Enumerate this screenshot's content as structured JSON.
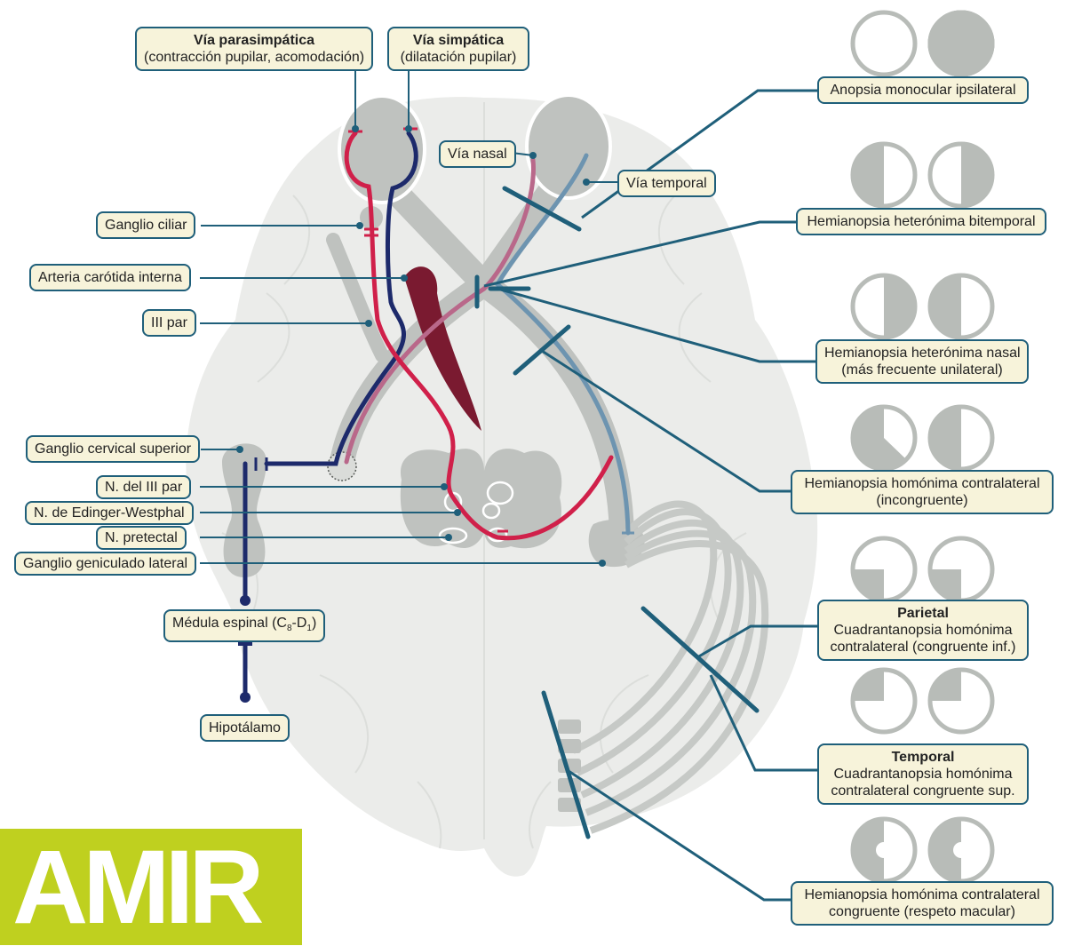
{
  "pathways": {
    "parasympathetic": {
      "title": "Vía parasimpática",
      "subtitle": "(contracción pupilar, acomodación)"
    },
    "sympathetic": {
      "title": "Vía simpática",
      "subtitle": "(dilatación pupilar)"
    }
  },
  "left_labels": {
    "ganglio_ciliar": "Ganglio ciliar",
    "arteria_carotida": "Arteria carótida interna",
    "iii_par": "III par",
    "ganglio_cervical": "Ganglio cervical superior",
    "n_iii_par": "N. del III par",
    "n_edinger": "N. de Edinger-Westphal",
    "n_pretectal": "N. pretectal",
    "ganglio_geniculado": "Ganglio geniculado lateral",
    "medula_prefix": "Médula espinal (C",
    "medula_sub1": "8",
    "medula_mid": "-D",
    "medula_sub2": "1",
    "medula_suffix": ")",
    "hipotalamo": "Hipotálamo"
  },
  "center_labels": {
    "via_nasal": "Vía nasal",
    "via_temporal": "Vía temporal"
  },
  "defects": [
    {
      "name": "Anopsia monocular ipsilateral",
      "left": "empty",
      "right": "full"
    },
    {
      "name": "Hemianopsia heterónima bitemporal",
      "left": "half-left",
      "right": "half-right"
    },
    {
      "name": "Hemianopsia heterónima nasal",
      "line2": "(más frecuente unilateral)",
      "left": "half-right",
      "right": "half-left"
    },
    {
      "name": "Hemianopsia homónima contralateral",
      "line2": "(incongruente)",
      "left": "three-quarter-left",
      "right": "half-left"
    },
    {
      "heading": "Parietal",
      "name": "Cuadrantanopsia homónima",
      "line2": "contralateral (congruente inf.)",
      "left": "quad-bottom-left",
      "right": "quad-bottom-left"
    },
    {
      "heading": "Temporal",
      "name": "Cuadrantanopsia homónima",
      "line2": "contralateral congruente sup.",
      "left": "quad-top-left",
      "right": "quad-top-left"
    },
    {
      "name": "Hemianopsia homónima contralateral",
      "line2": "congruente (respeto macular)",
      "left": "half-left-sparing",
      "right": "half-left-sparing"
    }
  ],
  "logo": {
    "text": "AMIR"
  },
  "colors": {
    "brain": "#ebecea",
    "brain_line": "#dcdedb",
    "structure": "#bfc2bf",
    "parasympathetic": "#d0204a",
    "sympathetic": "#1d2a6b",
    "nasal": "#b9688a",
    "temporal": "#6d94b0",
    "artery": "#7a1a30",
    "leader": "#1f5f7a",
    "label_fill": "#f7f3da",
    "logo": "#bfd01f"
  }
}
